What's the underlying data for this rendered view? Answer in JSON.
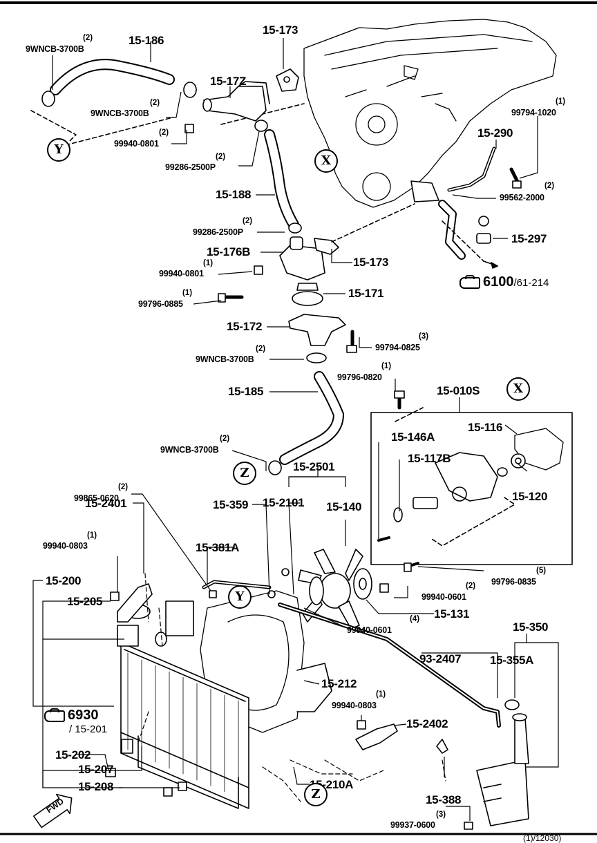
{
  "diagram_id": "(1)/12030)",
  "fwd_label": "FWD",
  "callouts": {
    "X": "X",
    "Y": "Y",
    "Z": "Z"
  },
  "refs": {
    "ref_6100": {
      "num": "6100",
      "sub": "/61-214"
    },
    "ref_6930": {
      "num": "6930",
      "sub": "/ 15-201"
    }
  },
  "parts": [
    {
      "id": "p15_186",
      "part": "15-186"
    },
    {
      "id": "p15_173a",
      "part": "15-173"
    },
    {
      "id": "p15_17z",
      "part": "15-17Z"
    },
    {
      "id": "p15_188",
      "part": "15-188"
    },
    {
      "id": "p15_290",
      "part": "15-290"
    },
    {
      "id": "p15_176b",
      "part": "15-176B"
    },
    {
      "id": "p15_173b",
      "part": "15-173"
    },
    {
      "id": "p15_297",
      "part": "15-297"
    },
    {
      "id": "p15_171",
      "part": "15-171"
    },
    {
      "id": "p15_172",
      "part": "15-172"
    },
    {
      "id": "p15_185",
      "part": "15-185"
    },
    {
      "id": "p15_010s",
      "part": "15-010S"
    },
    {
      "id": "p15_146a",
      "part": "15-146A"
    },
    {
      "id": "p15_116",
      "part": "15-116"
    },
    {
      "id": "p15_117b",
      "part": "15-117B"
    },
    {
      "id": "p15_120",
      "part": "15-120"
    },
    {
      "id": "p15_2501",
      "part": "15-2501"
    },
    {
      "id": "p15_2101",
      "part": "15-2101"
    },
    {
      "id": "p15_140",
      "part": "15-140"
    },
    {
      "id": "p15_2401",
      "part": "15-2401"
    },
    {
      "id": "p15_359",
      "part": "15-359"
    },
    {
      "id": "p15_381a",
      "part": "15-381A"
    },
    {
      "id": "p15_200",
      "part": "15-200"
    },
    {
      "id": "p15_205",
      "part": "15-205"
    },
    {
      "id": "p15_131",
      "part": "15-131"
    },
    {
      "id": "p15_350",
      "part": "15-350"
    },
    {
      "id": "p93_2407",
      "part": "93-2407"
    },
    {
      "id": "p15_355a",
      "part": "15-355A"
    },
    {
      "id": "p15_212",
      "part": "15-212"
    },
    {
      "id": "p15_2402",
      "part": "15-2402"
    },
    {
      "id": "p15_202",
      "part": "15-202"
    },
    {
      "id": "p15_207",
      "part": "15-207"
    },
    {
      "id": "p15_210a",
      "part": "15-210A"
    },
    {
      "id": "p15_208",
      "part": "15-208"
    },
    {
      "id": "p15_388",
      "part": "15-388"
    }
  ],
  "hardware": [
    {
      "id": "h_9wncb_1",
      "qty": "(2)",
      "part": "9WNCB-3700B"
    },
    {
      "id": "h_9wncb_2",
      "qty": "(2)",
      "part": "9WNCB-3700B"
    },
    {
      "id": "h_99940_0801a",
      "qty": "(2)",
      "part": "99940-0801"
    },
    {
      "id": "h_99286_a",
      "qty": "(2)",
      "part": "99286-2500P"
    },
    {
      "id": "h_99794_1020",
      "qty": "(1)",
      "part": "99794-1020"
    },
    {
      "id": "h_99562",
      "qty": "(2)",
      "part": "99562-2000"
    },
    {
      "id": "h_99286_b",
      "qty": "(2)",
      "part": "99286-2500P"
    },
    {
      "id": "h_99940_0801b",
      "qty": "(1)",
      "part": "99940-0801"
    },
    {
      "id": "h_99796_0885",
      "qty": "(1)",
      "part": "99796-0885"
    },
    {
      "id": "h_99794_0825",
      "qty": "(3)",
      "part": "99794-0825"
    },
    {
      "id": "h_9wncb_3",
      "qty": "(2)",
      "part": "9WNCB-3700B"
    },
    {
      "id": "h_99796_0820",
      "qty": "(1)",
      "part": "99796-0820"
    },
    {
      "id": "h_9wncb_4",
      "qty": "(2)",
      "part": "9WNCB-3700B"
    },
    {
      "id": "h_99865",
      "qty": "(2)",
      "part": "99865-0620"
    },
    {
      "id": "h_99940_0803a",
      "qty": "(1)",
      "part": "99940-0803"
    },
    {
      "id": "h_99796_0835",
      "qty": "(5)",
      "part": "99796-0835"
    },
    {
      "id": "h_99940_0601a",
      "qty": "(2)",
      "part": "99940-0601"
    },
    {
      "id": "h_99940_0601b",
      "qty": "(4)",
      "part": "99940-0601"
    },
    {
      "id": "h_99940_0803b",
      "qty": "(1)",
      "part": "99940-0803"
    },
    {
      "id": "h_99937",
      "qty": "(3)",
      "part": "99937-0600"
    }
  ]
}
